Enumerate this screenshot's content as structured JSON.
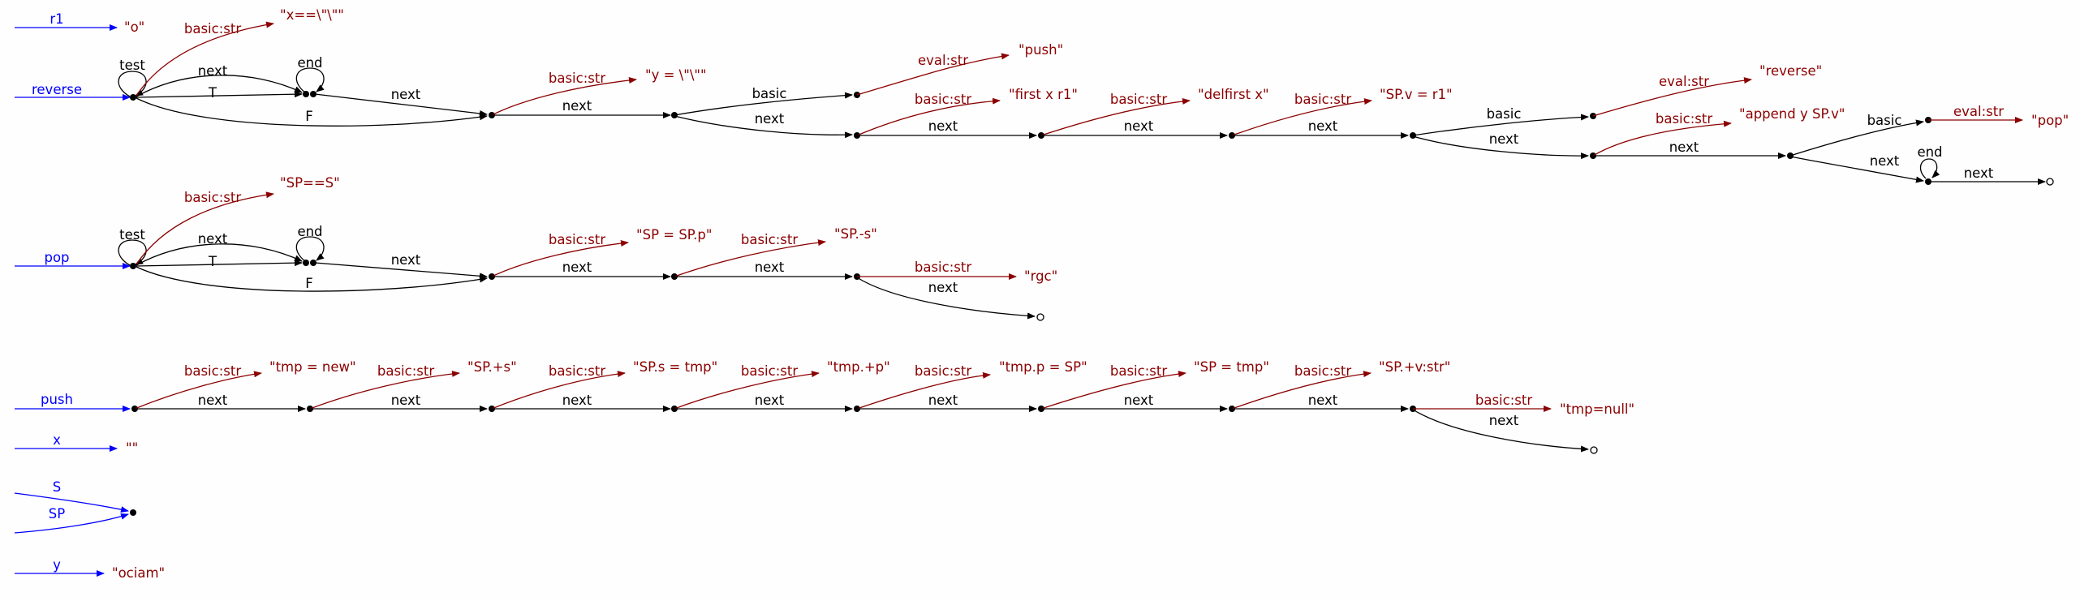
{
  "colors": {
    "graph_edge": "#000000",
    "string_edge": "#8b0000",
    "variable": "#0000ff",
    "background": "#fefefe"
  },
  "roots": {
    "r1": "r1",
    "reverse": "reverse",
    "pop": "pop",
    "push": "push",
    "x": "x",
    "S": "S",
    "SP": "SP",
    "y": "y"
  },
  "strings": {
    "r1_val": "\"o\"",
    "x_val": "\"\"",
    "y_val": "\"ociam\"",
    "rev_test": "\"x==\\\"\\\"\"",
    "rev_y": "\"y = \\\"\\\"\"",
    "rev_push": "\"push\"",
    "rev_first": "\"first x r1\"",
    "rev_delfirst": "\"delfirst x\"",
    "rev_spv": "\"SP.v = r1\"",
    "rev_reverse": "\"reverse\"",
    "rev_append": "\"append y SP.v\"",
    "rev_pop": "\"pop\"",
    "pop_test": "\"SP==S\"",
    "pop_sp": "\"SP = SP.p\"",
    "pop_s": "\"SP.-s\"",
    "pop_rgc": "\"rgc\"",
    "push_tmp_new": "\"tmp = new\"",
    "push_sp_s": "\"SP.+s\"",
    "push_sps_tmp": "\"SP.s = tmp\"",
    "push_tmp_p": "\"tmp.+p\"",
    "push_tmpp_sp": "\"tmp.p = SP\"",
    "push_sp_tmp": "\"SP = tmp\"",
    "push_spv_str": "\"SP.+v:str\"",
    "push_tmp_null": "\"tmp=null\""
  },
  "labels": {
    "next": "next",
    "basic": "basic",
    "basic_str": "basic:str",
    "eval_str": "eval:str",
    "test": "test",
    "end": "end",
    "T": "T",
    "F": "F"
  }
}
